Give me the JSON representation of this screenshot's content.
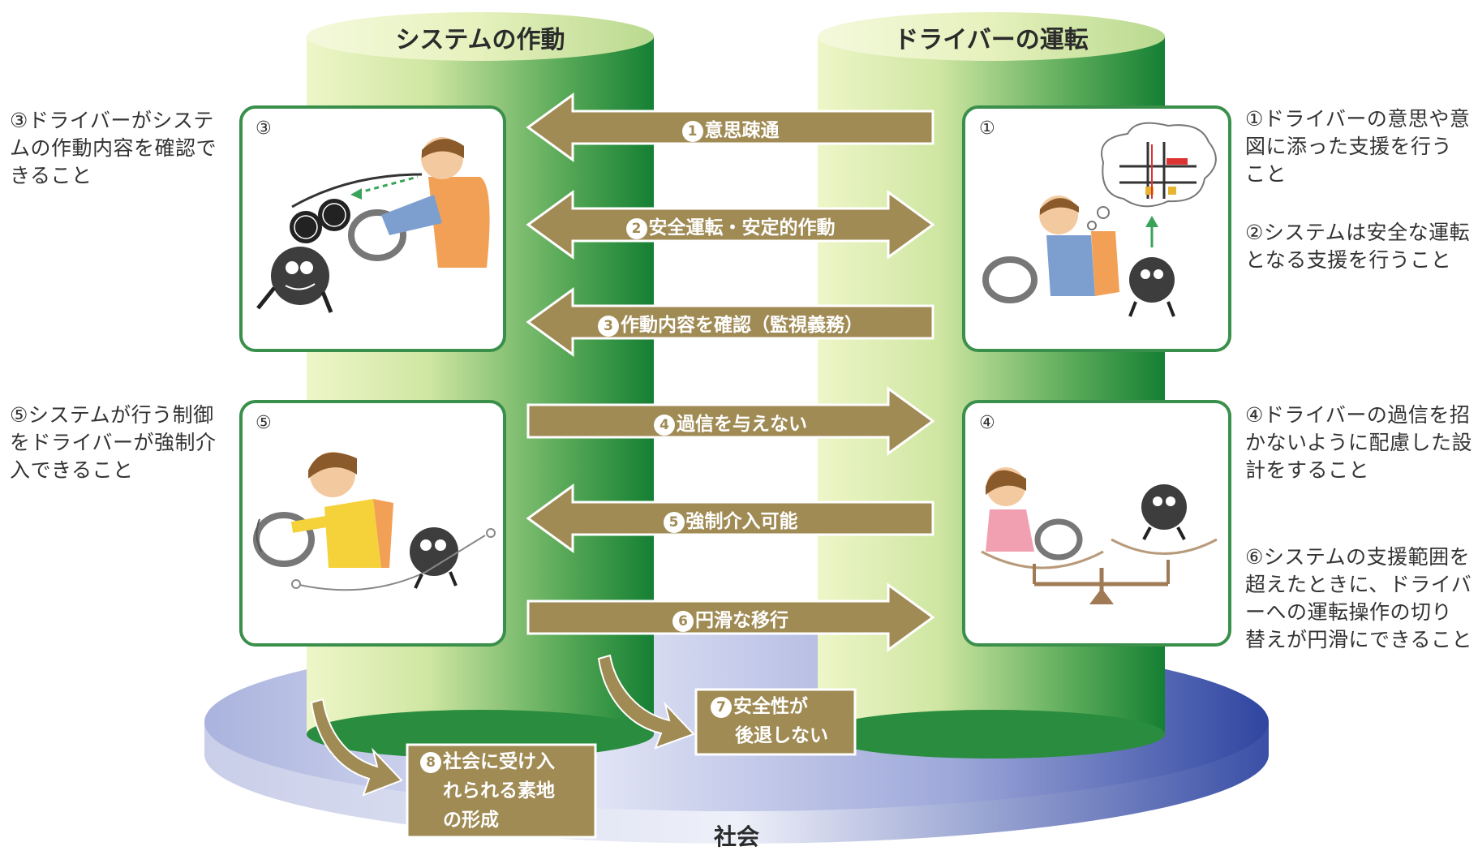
{
  "pillars": {
    "system_title": "システムの作動",
    "driver_title": "ドライバーの運転"
  },
  "society_label": "社会",
  "panels": {
    "p3": "③",
    "p1": "①",
    "p5": "⑤",
    "p4": "④"
  },
  "arrows": {
    "a1": {
      "num": "1",
      "text": "意思疎通",
      "direction": "left"
    },
    "a2": {
      "num": "2",
      "text": "安全運転・安定的作動",
      "direction": "both"
    },
    "a3": {
      "num": "3",
      "text": "作動内容を確認（監視義務）",
      "direction": "left"
    },
    "a4": {
      "num": "4",
      "text": "過信を与えない",
      "direction": "right"
    },
    "a5": {
      "num": "5",
      "text": "強制介入可能",
      "direction": "left"
    },
    "a6": {
      "num": "6",
      "text": "円滑な移行",
      "direction": "right"
    }
  },
  "boxes": {
    "b7": {
      "num": "7",
      "line1": "安全性が",
      "line2": "後退しない"
    },
    "b8": {
      "num": "8",
      "line1": "社会に受け入",
      "line2": "れられる素地",
      "line3": "の形成"
    }
  },
  "left_labels": {
    "l3": "③ドライバーがシステムの作動内容を確認できること",
    "l5": "⑤システムが行う制御をドライバーが強制介入できること"
  },
  "right_labels": {
    "r1": "①ドライバーの意思や意図に添った支援を行うこと",
    "r2": "②システムは安全な運転となる支援を行うこと",
    "r4": "④ドライバーの過信を招かないように配慮した設計をすること",
    "r6": "⑥システムの支援範囲を超えたときに、ドライバーへの運転操作の切り替えが円滑にできること"
  },
  "colors": {
    "pillar_dark": "#1d8a3a",
    "pillar_light": "#e9f3c2",
    "arrow_fill": "#a08b55",
    "arrow_edge": "#ffffff",
    "panel_border": "#3a8f4b",
    "disc_dark": "#3f57a8",
    "disc_light": "#d8dcf0"
  }
}
